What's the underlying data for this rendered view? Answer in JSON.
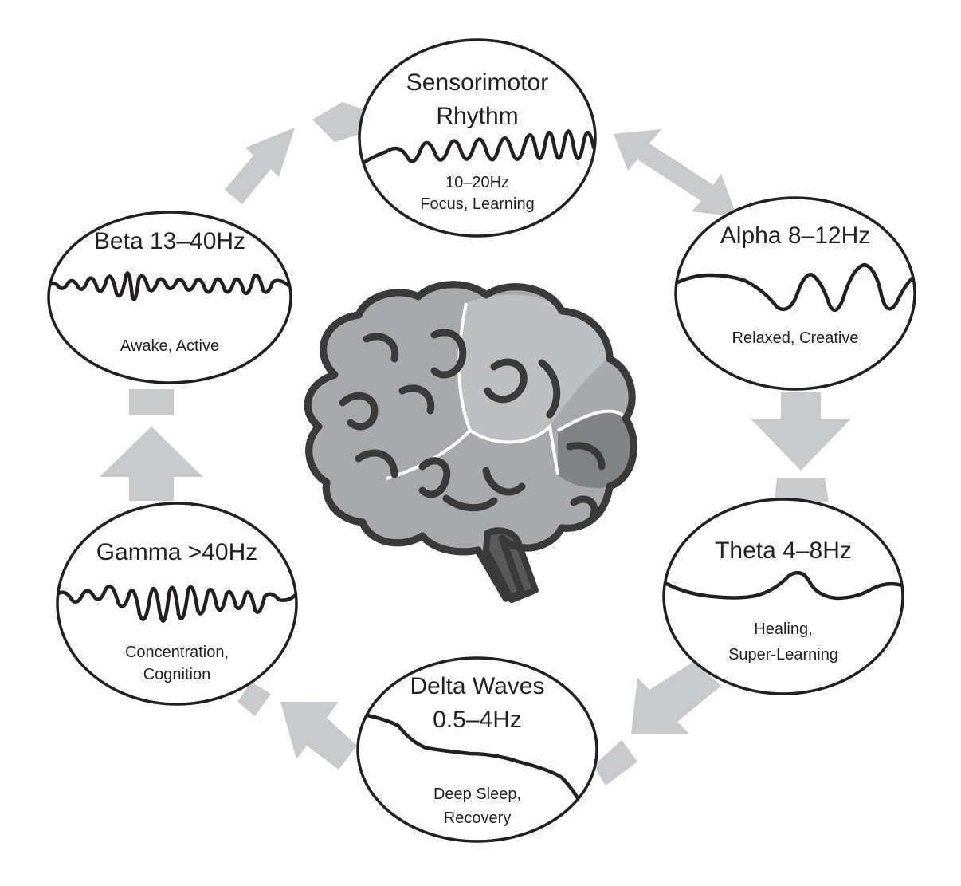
{
  "colors": {
    "arrow": "#c8c9cb",
    "outline": "#231f20",
    "brain_light": "#bdbec0",
    "brain_mid": "#a7a9ac",
    "brain_dark": "#808285",
    "brain_stem": "#58595b"
  },
  "nodes": {
    "smr": {
      "title_1": "Sensorimotor",
      "title_2": "Rhythm",
      "sub_1": "10–20Hz",
      "sub_2": "Focus, Learning"
    },
    "alpha": {
      "title_1": "Alpha 8–12Hz",
      "sub_1": "Relaxed, Creative"
    },
    "theta": {
      "title_1": "Theta 4–8Hz",
      "sub_1": "Healing,",
      "sub_2": "Super-Learning"
    },
    "delta": {
      "title_1": "Delta Waves",
      "title_2": "0.5–4Hz",
      "sub_1": "Deep Sleep,",
      "sub_2": "Recovery"
    },
    "gamma": {
      "title_1": "Gamma >40Hz",
      "sub_1": "Concentration,",
      "sub_2": "Cognition"
    },
    "beta": {
      "title_1": "Beta 13–40Hz",
      "sub_1": "Awake, Active"
    }
  },
  "icons": {
    "center": "brain-icon",
    "arrows": "cycle-arrow-icon"
  }
}
